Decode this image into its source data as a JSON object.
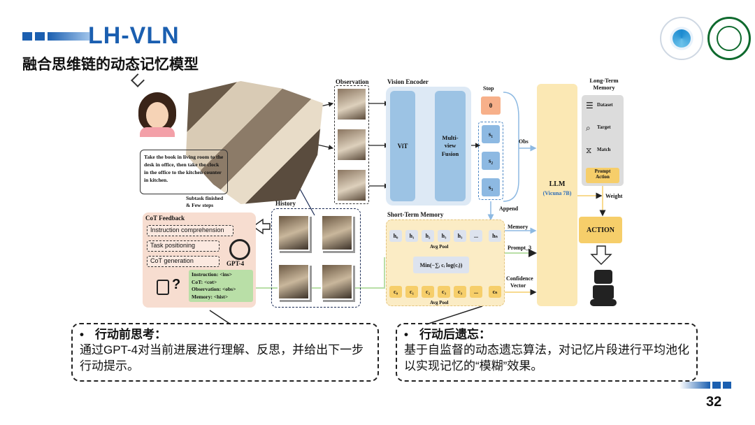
{
  "slide": {
    "title": "LH-VLN",
    "subtitle": "融合思维链的动态记忆模型",
    "page_number": "32"
  },
  "diagram": {
    "instruction_bubble": "Take the book in living room to the desk in office, then take the clock in the office to the kitchen counter in kitchen.",
    "subtask_note_1": "Subtask finished",
    "subtask_note_2": "& Few steps",
    "cot_feedback": {
      "title": "CoT Feedback",
      "steps": [
        "Instruction comprehension",
        "Task positioning",
        "CoT generation"
      ],
      "gpt_label": "GPT-4",
      "prompt_lines": [
        "Instruction: <ins>",
        "CoT: <cot>",
        "Observation: <obs>",
        "Memory: <hist>"
      ]
    },
    "history_label": "History",
    "observation_label": "Observation",
    "vision_encoder": {
      "label": "Vision Encoder",
      "vit": "ViT",
      "fusion_lines": [
        "Multi-",
        "view",
        "Fusion"
      ]
    },
    "stop": {
      "label": "Stop",
      "value": "0"
    },
    "s_tokens": [
      "s₁",
      "s₂",
      "s₃"
    ],
    "obs_label": "Obs",
    "append_label": "Append",
    "short_term_memory": {
      "label": "Short-Term Memory",
      "h_tokens": [
        "h₀",
        "h₁",
        "h₂",
        "h₃",
        "h₃",
        "...",
        "hₙ"
      ],
      "c_tokens": [
        "c₀",
        "c₁",
        "c₂",
        "c₃",
        "c₃",
        "...",
        "cₙ"
      ],
      "pool_label": "Avg Pool",
      "min_formula": "Min(−∑ᵢ cᵢ log(cᵢ))"
    },
    "side_labels": {
      "memory": "Memory",
      "prompt": "Prompt_3",
      "confidence_1": "Confidence",
      "confidence_2": "Vector"
    },
    "llm": {
      "title": "LLM",
      "subtitle": "(Vicuna 7B)"
    },
    "long_term_memory": {
      "label_1": "Long-Term",
      "label_2": "Memory",
      "rows": [
        "Dataset",
        "Target",
        "Match"
      ],
      "prompt_action_1": "Prompt",
      "prompt_action_2": "Action"
    },
    "weight_label": "Weight",
    "action_label": "ACTION"
  },
  "callouts": {
    "left": {
      "bullet": "•",
      "heading": "行动前思考：",
      "body": "通过GPT-4对当前进展进行理解、反思，并给出下一步行动提示。"
    },
    "right": {
      "bullet": "•",
      "heading": "行动后遗忘：",
      "body": "基于自监督的动态遗忘算法，对记忆片段进行平均池化以实现记忆的“模糊”效果。"
    }
  },
  "colors": {
    "brand_blue": "#1b5fb0",
    "llm_fill": "#fbe8b4",
    "vision_fill": "#9cc3e4",
    "cot_fill": "#f7ddd0",
    "memory_token": "#f6ce6a"
  }
}
